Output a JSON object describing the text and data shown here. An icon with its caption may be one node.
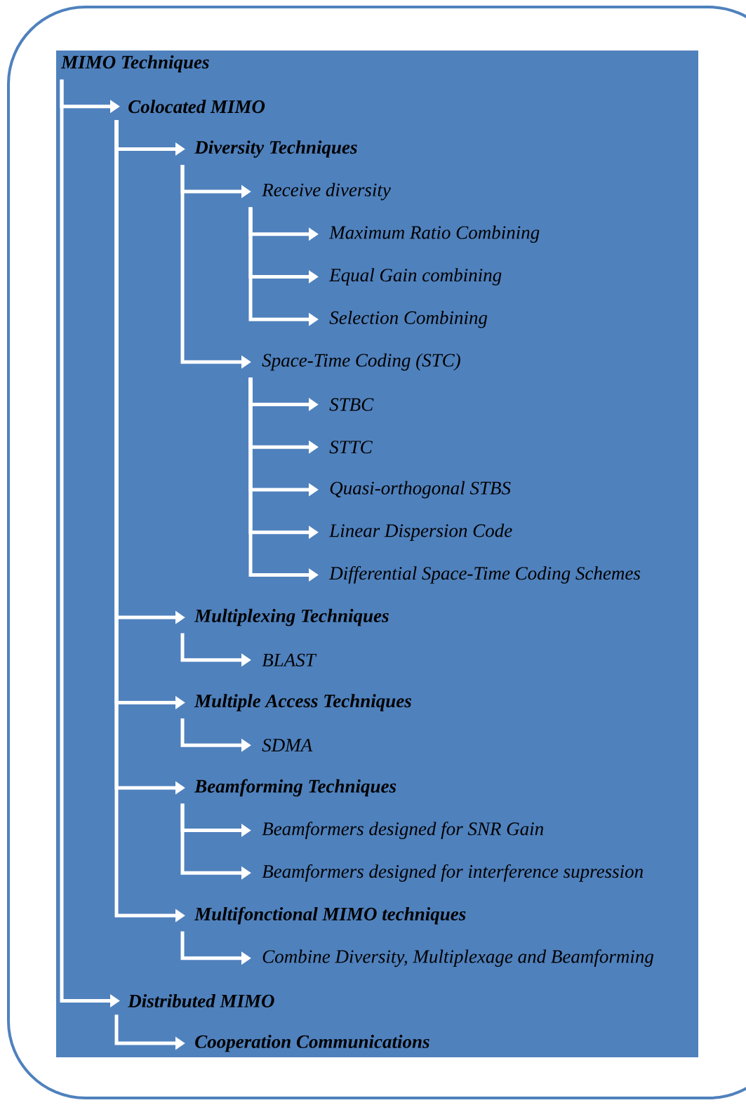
{
  "diagram": {
    "nodes": [
      {
        "text": [
          "MIMO Techniques"
        ]
      },
      {
        "text": [
          "Colocated MIMO"
        ]
      },
      {
        "text": [
          "Diversity Techniques"
        ]
      },
      {
        "text": [
          "Receive diversity"
        ]
      },
      {
        "text": [
          "Maximum Ratio Combining"
        ]
      },
      {
        "text": [
          "Equal Gain combining"
        ]
      },
      {
        "text": [
          "Selection Combining"
        ]
      },
      {
        "text": [
          "Space-Time Coding (STC)"
        ]
      },
      {
        "text": [
          "STBC"
        ]
      },
      {
        "text": [
          "STTC"
        ]
      },
      {
        "text": [
          "Quasi-orthogonal STBS"
        ]
      },
      {
        "text": [
          "Linear Dispersion Code"
        ]
      },
      {
        "text": [
          "Differential Space-Time Coding Schemes"
        ]
      },
      {
        "text": [
          "Multiplexing Techniques"
        ]
      },
      {
        "text": [
          "BLAST"
        ]
      },
      {
        "text": [
          "Multiple Access Techniques"
        ]
      },
      {
        "text": [
          "SDMA"
        ]
      },
      {
        "text": [
          "Beamforming Techniques"
        ]
      },
      {
        "text": [
          "Beamformers designed for SNR Gain"
        ]
      },
      {
        "text": [
          "Beamformers designed for interference supression"
        ]
      },
      {
        "text": [
          "Multifonctional MIMO techniques"
        ]
      },
      {
        "text": [
          "Combine Diversity, Multiplexage and Beamforming"
        ]
      },
      {
        "text": [
          "Distributed MIMO"
        ]
      },
      {
        "text": [
          "Cooperation Communications"
        ]
      }
    ],
    "edges": [
      {
        "from": 0,
        "to": 1,
        "arrow": "to"
      },
      {
        "from": 1,
        "to": 2,
        "arrow": "to"
      },
      {
        "from": 2,
        "to": 3,
        "arrow": "to"
      },
      {
        "from": 3,
        "to": 4,
        "arrow": "to"
      },
      {
        "from": 3,
        "to": 5,
        "arrow": "to"
      },
      {
        "from": 3,
        "to": 6,
        "arrow": "to"
      },
      {
        "from": 2,
        "to": 7,
        "arrow": "to"
      },
      {
        "from": 7,
        "to": 8,
        "arrow": "to"
      },
      {
        "from": 7,
        "to": 9,
        "arrow": "to"
      },
      {
        "from": 7,
        "to": 10,
        "arrow": "to"
      },
      {
        "from": 7,
        "to": 11,
        "arrow": "to"
      },
      {
        "from": 7,
        "to": 12,
        "arrow": "to"
      },
      {
        "from": 1,
        "to": 13,
        "arrow": "to"
      },
      {
        "from": 13,
        "to": 14,
        "arrow": "to"
      },
      {
        "from": 1,
        "to": 15,
        "arrow": "to"
      },
      {
        "from": 15,
        "to": 16,
        "arrow": "to"
      },
      {
        "from": 1,
        "to": 17,
        "arrow": "to"
      },
      {
        "from": 17,
        "to": 18,
        "arrow": "to"
      },
      {
        "from": 17,
        "to": 19,
        "arrow": "to"
      },
      {
        "from": 1,
        "to": 20,
        "arrow": "to"
      },
      {
        "from": 20,
        "to": 21,
        "arrow": "to"
      },
      {
        "from": 0,
        "to": 22,
        "arrow": "to"
      },
      {
        "from": 22,
        "to": 23,
        "arrow": "to"
      }
    ]
  }
}
